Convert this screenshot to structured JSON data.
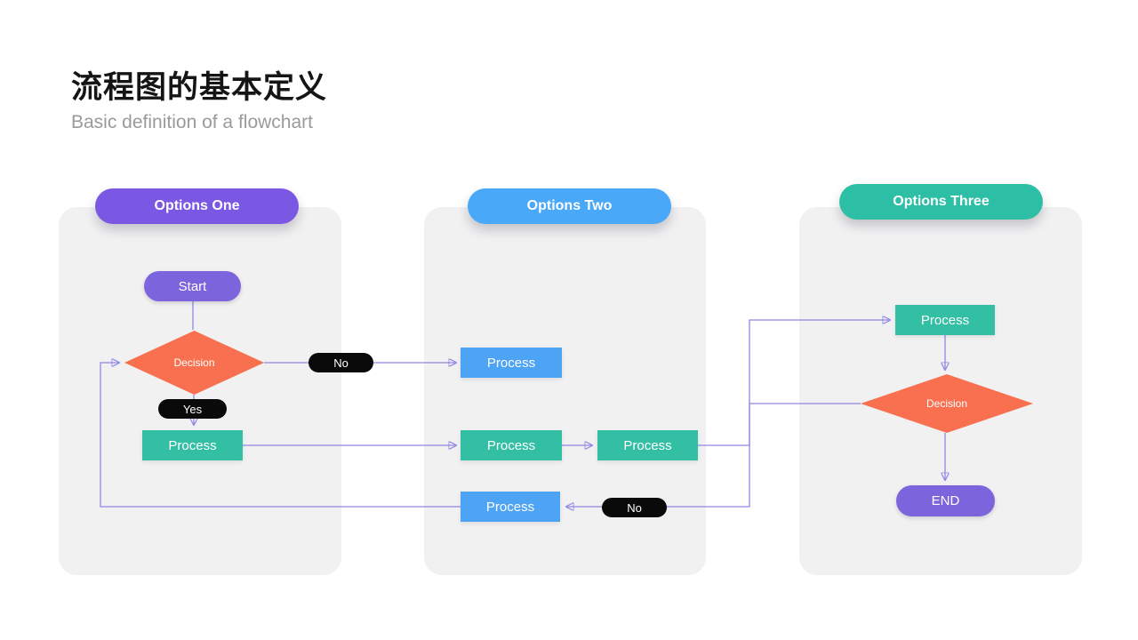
{
  "header": {
    "title": "流程图的基本定义",
    "subtitle": "Basic definition of a flowchart"
  },
  "columns": [
    {
      "label": "Options One",
      "color": "#7a58e3"
    },
    {
      "label": "Options Two",
      "color": "#49a8f7"
    },
    {
      "label": "Options Three",
      "color": "#2dbfa6"
    }
  ],
  "nodes": {
    "start": "Start",
    "decision1": "Decision",
    "no1": "No",
    "yes1": "Yes",
    "process1": "Process",
    "process2_top": "Process",
    "process2_mid_left": "Process",
    "process2_mid_right": "Process",
    "process2_bottom": "Process",
    "no2": "No",
    "process3": "Process",
    "decision3": "Decision",
    "end": "END"
  },
  "colors": {
    "purple_node": "#7b64dc",
    "teal_node": "#33bfa4",
    "blue_node": "#4da4f5",
    "orange_diamond": "#f8704f",
    "black_tag": "#0a0a0a",
    "connector": "#8f86e3",
    "arrowhead": "#7a63dd",
    "card_background": "#f1f1f2",
    "title_color": "#151515",
    "subtitle_color": "#9a9a9a"
  }
}
